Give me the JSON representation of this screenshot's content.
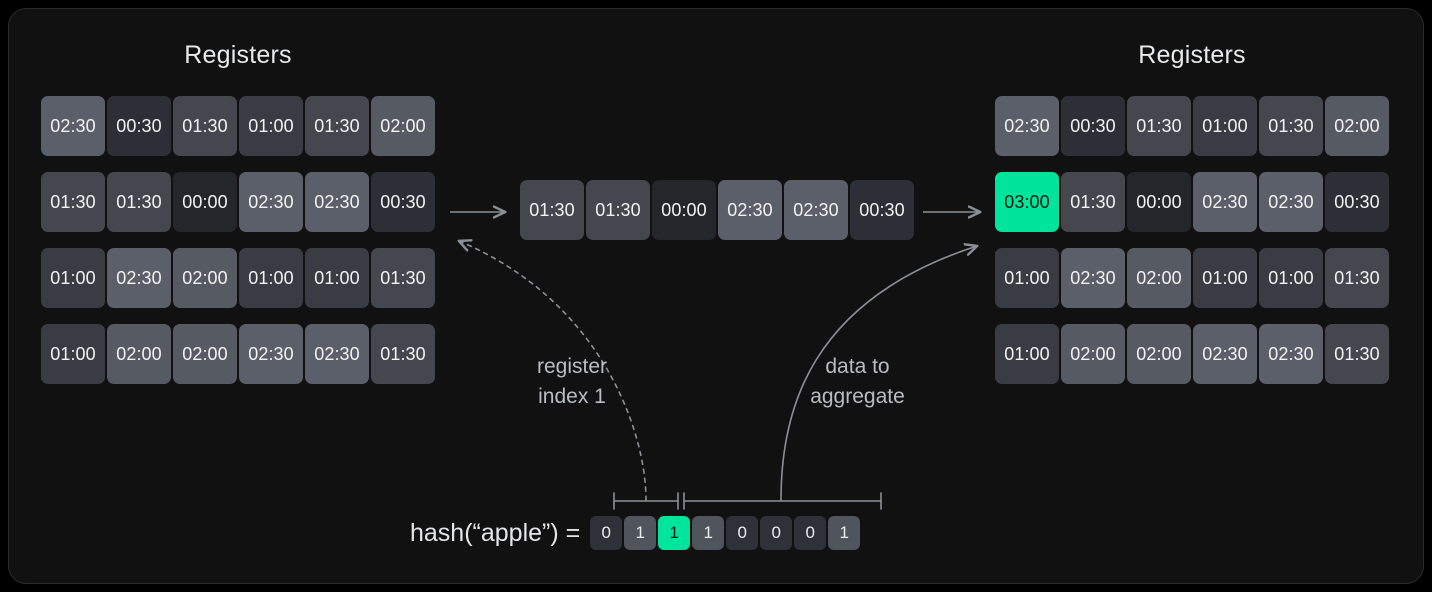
{
  "theme": {
    "canvas_bg": "#111112",
    "accent": "#00e59b",
    "accent_text": "#0d1a14",
    "text": "#e8e9ea",
    "muted_text": "#b9bcc0",
    "arrow": "#8c9096",
    "value_colors": {
      "00:00": "#23262b",
      "00:30": "#2c2f35",
      "01:00": "#393c43",
      "01:30": "#44474e",
      "02:00": "#565a63",
      "02:30": "#5a5f69",
      "03:00": "#00e59b"
    }
  },
  "left_panel": {
    "title": "Registers",
    "rows": [
      [
        "02:30",
        "00:30",
        "01:30",
        "01:00",
        "01:30",
        "02:00"
      ],
      [
        "01:30",
        "01:30",
        "00:00",
        "02:30",
        "02:30",
        "00:30"
      ],
      [
        "01:00",
        "02:30",
        "02:00",
        "01:00",
        "01:00",
        "01:30"
      ],
      [
        "01:00",
        "02:00",
        "02:00",
        "02:30",
        "02:30",
        "01:30"
      ]
    ],
    "highlight": null
  },
  "right_panel": {
    "title": "Registers",
    "rows": [
      [
        "02:30",
        "00:30",
        "01:30",
        "01:00",
        "01:30",
        "02:00"
      ],
      [
        "03:00",
        "01:30",
        "00:00",
        "02:30",
        "02:30",
        "00:30"
      ],
      [
        "01:00",
        "02:30",
        "02:00",
        "01:00",
        "01:00",
        "01:30"
      ],
      [
        "01:00",
        "02:00",
        "02:00",
        "02:30",
        "02:30",
        "01:30"
      ]
    ],
    "highlight": {
      "row": 1,
      "col": 0
    }
  },
  "middle_row": {
    "values": [
      "01:30",
      "01:30",
      "00:00",
      "02:30",
      "02:30",
      "00:30"
    ]
  },
  "annotations": {
    "register_index": "register\nindex 1",
    "data_to_aggregate": "data to\naggregate"
  },
  "hash": {
    "label": "hash(“apple”) =",
    "bits": [
      "0",
      "1",
      "1",
      "1",
      "0",
      "0",
      "0",
      "1"
    ],
    "highlight_index": 2,
    "brackets": [
      {
        "name": "register-index-bracket",
        "from_bit": 0,
        "to_bit": 1
      },
      {
        "name": "data-bracket",
        "from_bit": 2,
        "to_bit": 7
      }
    ]
  }
}
